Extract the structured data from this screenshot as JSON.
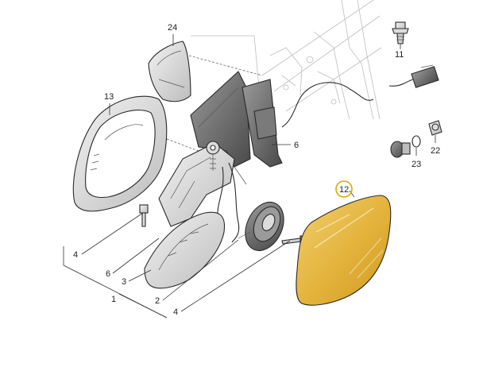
{
  "diagram": {
    "callouts": [
      {
        "id": "c24",
        "text": "24"
      },
      {
        "id": "c13",
        "text": "13"
      },
      {
        "id": "c11",
        "text": "11"
      },
      {
        "id": "c6a",
        "text": "6"
      },
      {
        "id": "c22",
        "text": "22"
      },
      {
        "id": "c23",
        "text": "23"
      },
      {
        "id": "c12",
        "text": "12"
      },
      {
        "id": "c4a",
        "text": "4"
      },
      {
        "id": "c6b",
        "text": "6"
      },
      {
        "id": "c3",
        "text": "3"
      },
      {
        "id": "c1",
        "text": "1"
      },
      {
        "id": "c2",
        "text": "2"
      },
      {
        "id": "c4b",
        "text": "4"
      }
    ],
    "colors": {
      "glass": "#E8B93A",
      "highlight_ring": "#E0A800",
      "line": "#2a2a2a",
      "background_lines": "#bdbdbd"
    }
  }
}
